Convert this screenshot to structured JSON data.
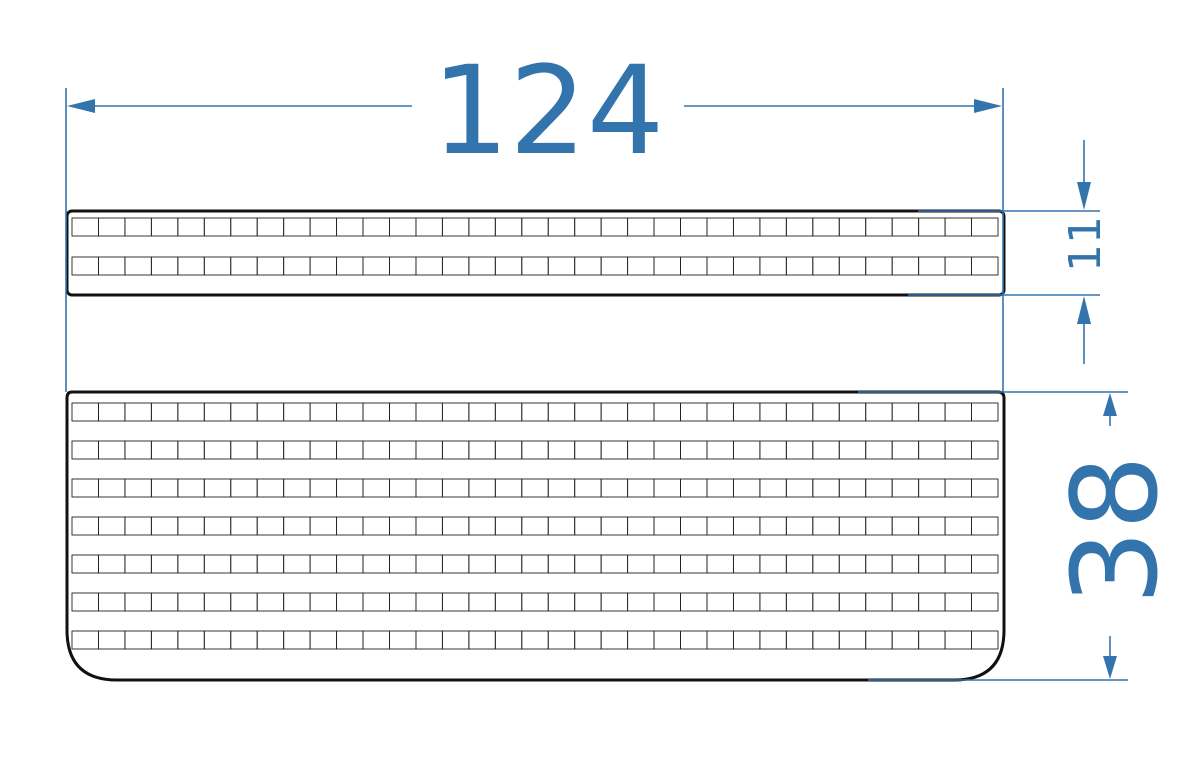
{
  "dimensions": {
    "width_label": "124",
    "top_height_label": "11",
    "bottom_height_label": "38"
  },
  "colors": {
    "dimension": "#3474ad",
    "outline": "#111111",
    "grid": "#222222",
    "background": "#ffffff"
  },
  "grid": {
    "columns": 35,
    "top_rows": 2,
    "bottom_rows": 7
  }
}
